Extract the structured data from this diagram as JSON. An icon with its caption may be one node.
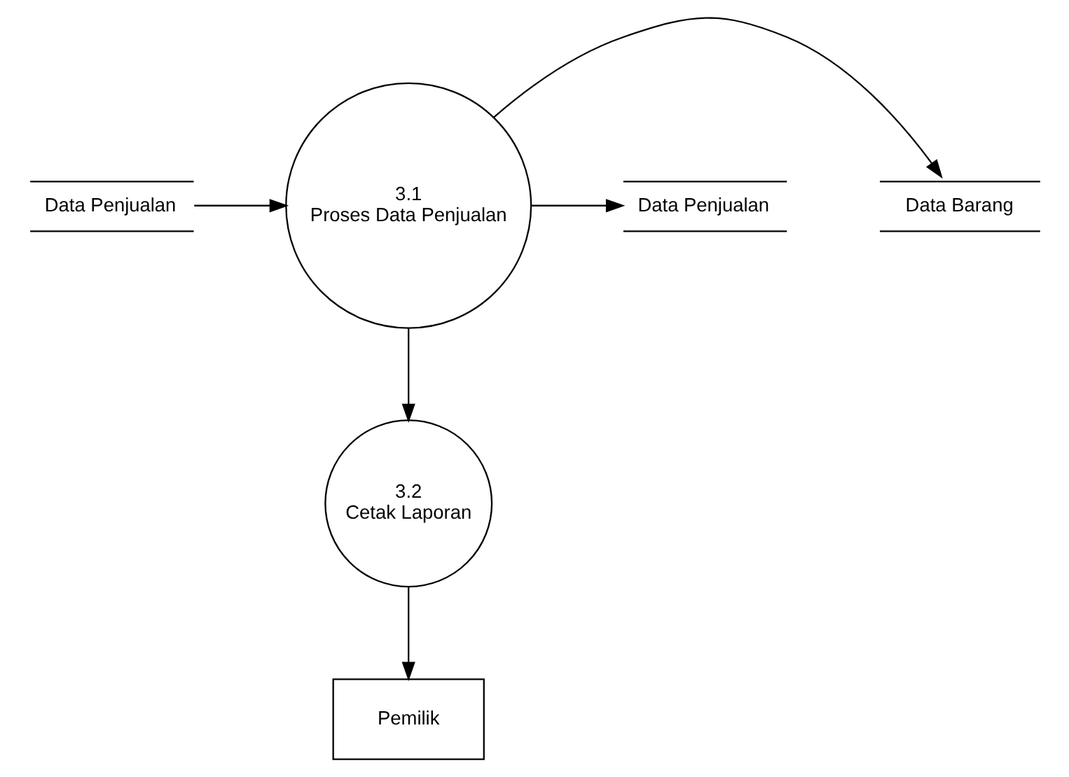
{
  "diagram": {
    "nodes": [
      {
        "text": [
          "Data Penjualan"
        ]
      },
      {
        "text": [
          "3.1",
          "Proses Data Penjualan"
        ]
      },
      {
        "text": [
          "Data Barang"
        ]
      },
      {
        "text": [
          "Data Penjualan"
        ]
      },
      {
        "text": [
          "3.2",
          "Cetak Laporan"
        ]
      },
      {
        "text": [
          "Pemilik"
        ]
      }
    ],
    "edges": [
      {
        "from": 0,
        "to": 1,
        "arrow": "to"
      },
      {
        "from": 1,
        "to": 2,
        "arrow": "to"
      },
      {
        "from": 1,
        "to": 3,
        "arrow": "to"
      },
      {
        "from": 1,
        "to": 4,
        "arrow": "to"
      },
      {
        "from": 4,
        "to": 5,
        "arrow": "to"
      }
    ]
  }
}
